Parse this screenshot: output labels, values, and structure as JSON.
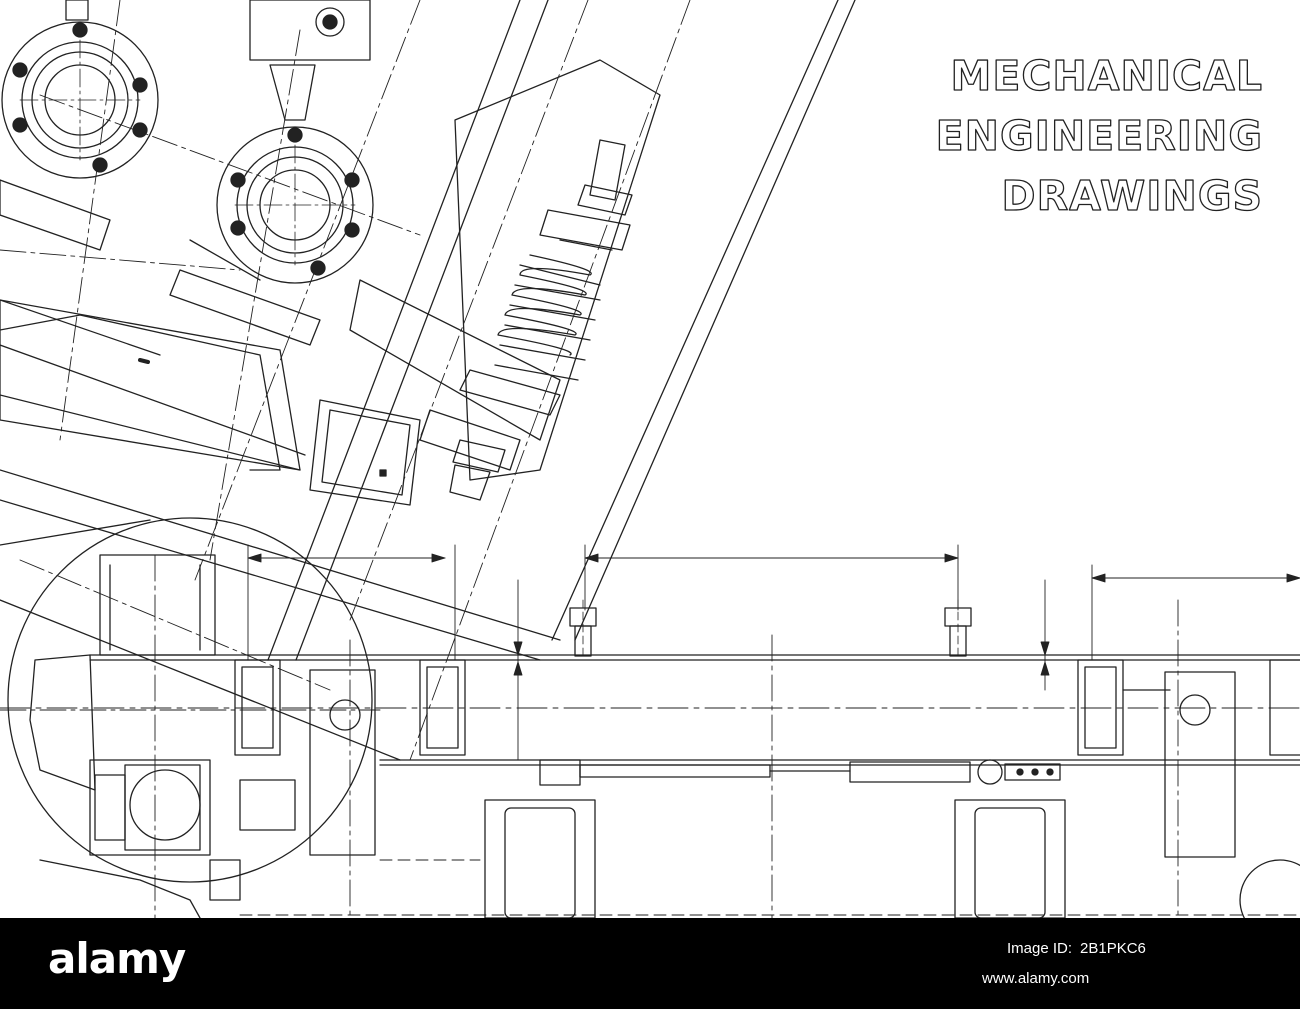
{
  "drawing": {
    "title_lines": [
      "MECHANICAL",
      "ENGINEERING",
      "DRAWINGS"
    ],
    "line_color": "#222222",
    "background_color": "#ffffff"
  },
  "footer": {
    "logo_text": "alamy",
    "image_id_label": "Image ID:",
    "image_id_value": "2B1PKC6",
    "url": "www.alamy.com",
    "background_color": "#000000"
  }
}
